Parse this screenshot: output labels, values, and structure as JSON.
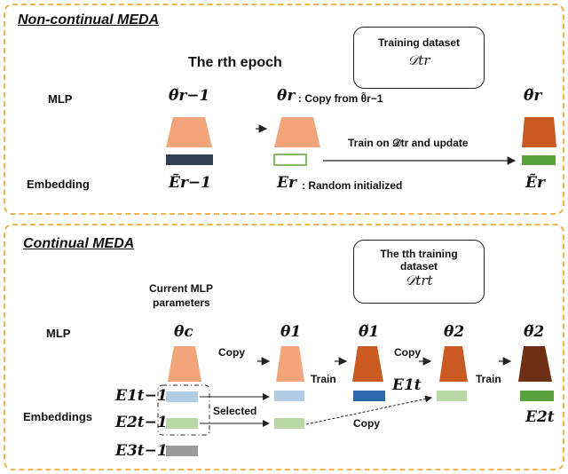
{
  "top": {
    "title": "Non-continual MEDA",
    "epoch_label": "The rth epoch",
    "dataset_box": {
      "line1": "Training dataset",
      "symbol": "𝒟tr"
    },
    "row_mlp": "MLP",
    "row_embedding": "Embedding",
    "theta_prev": "θ̃r−1",
    "theta_r": "θr",
    "copy_from": ": Copy from θ̃r−1",
    "theta_out": "θ̃r",
    "train_label": "Train on 𝒟tr and update",
    "e_prev": "Ẽr−1",
    "e_r": "Er",
    "random_init": ": Random initialized",
    "e_out": "Ẽr"
  },
  "bottom": {
    "title": "Continual MEDA",
    "dataset_box": {
      "line1": "The tth training",
      "line2": "dataset",
      "symbol": "𝒟trt"
    },
    "current_params_1": "Current MLP",
    "current_params_2": "parameters",
    "row_mlp": "MLP",
    "row_embeddings": "Embeddings",
    "theta_c": "θc",
    "theta_1": "θ1",
    "theta_1_tilde": "θ̃1",
    "theta_2": "θ2",
    "theta_2_tilde": "θ̃2",
    "copy_1": "Copy",
    "train_1": "Train",
    "copy_2": "Copy",
    "train_2": "Train",
    "selected": "Selected",
    "copy_3": "Copy",
    "e1_prev": "E1t−1",
    "e2_prev": "E2t−1",
    "e3_prev": "E3t−1",
    "e1_t": "E1t",
    "e2_t": "E2t"
  },
  "colors": {
    "panel_border": "#f0b44a",
    "light_orange": "#f2a47b",
    "mid_orange": "#c85a22",
    "dark_brown": "#6e3015",
    "navy": "#333f55",
    "green": "#5aa13b",
    "light_green": "#b8d9a6",
    "light_blue": "#b3cce6",
    "blue": "#2e6aa9",
    "gray": "#9a9a9a"
  }
}
